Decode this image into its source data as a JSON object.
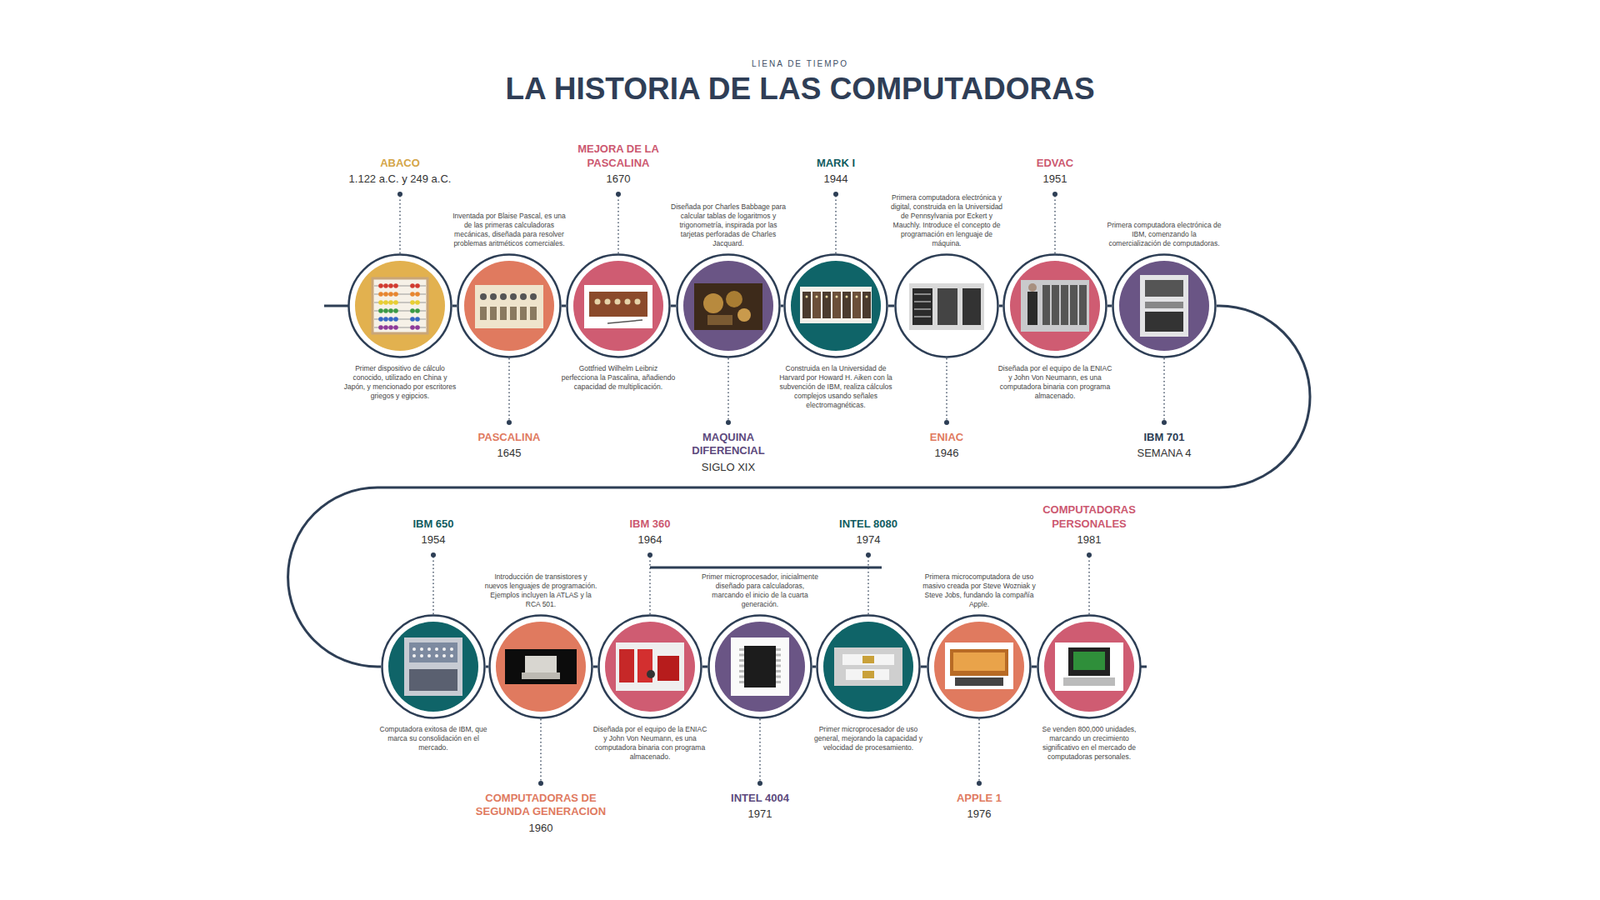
{
  "diagram": {
    "title": "LA HISTORIA DE LAS COMPUTADORAS",
    "nodes": [
      {
        "text": [
          "ABACO",
          "1.122 a.C. y 249 a.C.",
          "Primer dispositivo de cálculo conocido, utilizado en China y Japón, y mencionado por escritores griegos y egipcios."
        ]
      },
      {
        "text": [
          "PASCALINA",
          "1645",
          "Inventada por Blaise Pascal, es una de las primeras calculadoras mecánicas, diseñada para resolver problemas aritméticos comerciales."
        ]
      },
      {
        "text": [
          "MEJORA DE LA PASCALINA",
          "1670",
          "Gottfried Wilhelm Leibniz perfecciona la Pascalina, añadiendo capacidad de multiplicación."
        ]
      },
      {
        "text": [
          "MAQUINA DIFERENCIAL",
          "SIGLO XIX",
          "Diseñada por Charles Babbage para calcular tablas de logaritmos y trigonometría, inspirada por las tarjetas perforadas de Charles Jacquard."
        ]
      },
      {
        "text": [
          "MARK I",
          "1944",
          "Construida en la Universidad de Harvard por Howard H. Aiken con la subvención de IBM, realiza cálculos complejos usando señales electromagnéticas."
        ]
      },
      {
        "text": [
          "ENIAC",
          "1946",
          "Primera computadora electrónica y digital, construida en la Universidad de Pennsylvania por Eckert y Mauchly. Introduce el concepto de programación en lenguaje de máquina."
        ]
      },
      {
        "text": [
          "EDVAC",
          "1951",
          "Diseñada por el equipo de la ENIAC y John Von Neumann, es una computadora binaria con programa almacenado."
        ]
      },
      {
        "text": [
          "IBM 701",
          "SEMANA 4",
          "Primera computadora electrónica de IBM, comenzando la comercialización de computadoras."
        ]
      },
      {
        "text": [
          "IBM 650",
          "1954",
          "Computadora exitosa de IBM, que marca su consolidación en el mercado."
        ]
      },
      {
        "text": [
          "COMPUTADORAS DE SEGUNDA GENERACION",
          "1960",
          "Introducción de transistores y nuevos lenguajes de programación. Ejemplos incluyen la ATLAS y la RCA 501."
        ]
      },
      {
        "text": [
          "IBM 360",
          "1964",
          "Diseñada por el equipo de la ENIAC y John Von Neumann, es una computadora binaria con programa almacenado."
        ]
      },
      {
        "text": [
          "INTEL 4004",
          "1971",
          "Primer microprocesador, inicialmente diseñado para calculadoras, marcando el inicio de la cuarta generación."
        ]
      },
      {
        "text": [
          "INTEL 8080",
          "1974",
          "Primer microprocesador de uso general, mejorando la capacidad y velocidad de procesamiento."
        ]
      },
      {
        "text": [
          "APPLE 1",
          "1976",
          "Primera microcomputadora de uso masivo creada por Steve Wozniak y Steve Jobs, fundando la compañía Apple."
        ]
      },
      {
        "text": [
          "COMPUTADORAS PERSONALES",
          "1981",
          "Se venden 800,000 unidades, marcando un crecimiento significativo en el mercado de computadoras personales."
        ]
      }
    ],
    "edges": [
      {
        "from": 0,
        "to": 1,
        "arrow": "none"
      },
      {
        "from": 1,
        "to": 2,
        "arrow": "none"
      },
      {
        "from": 2,
        "to": 3,
        "arrow": "none"
      },
      {
        "from": 3,
        "to": 4,
        "arrow": "none"
      },
      {
        "from": 4,
        "to": 5,
        "arrow": "none"
      },
      {
        "from": 5,
        "to": 6,
        "arrow": "none"
      },
      {
        "from": 6,
        "to": 7,
        "arrow": "none"
      },
      {
        "from": 7,
        "to": 8,
        "arrow": "none"
      },
      {
        "from": 8,
        "to": 9,
        "arrow": "none"
      },
      {
        "from": 9,
        "to": 10,
        "arrow": "none"
      },
      {
        "from": 10,
        "to": 11,
        "arrow": "none"
      },
      {
        "from": 11,
        "to": 12,
        "arrow": "none"
      },
      {
        "from": 12,
        "to": 13,
        "arrow": "none"
      },
      {
        "from": 13,
        "to": 14,
        "arrow": "none"
      }
    ],
    "labels": [
      "LIENA DE TIEMPO"
    ]
  }
}
